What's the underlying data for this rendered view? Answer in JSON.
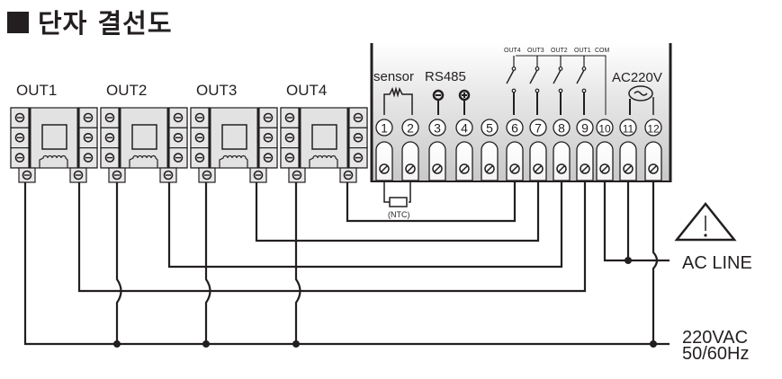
{
  "title": "단자 결선도",
  "relays": [
    {
      "label": "OUT1"
    },
    {
      "label": "OUT2"
    },
    {
      "label": "OUT3"
    },
    {
      "label": "OUT4"
    }
  ],
  "controller": {
    "sensor_label": "sensor",
    "rs485_label": "RS485",
    "rs485_minus": "−",
    "rs485_plus": "+",
    "relay_labels": [
      "OUT4",
      "OUT3",
      "OUT2",
      "OUT1",
      "COM"
    ],
    "power_label": "AC220V",
    "ac_symbol": "~",
    "terminals": [
      "1",
      "2",
      "3",
      "4",
      "5",
      "6",
      "7",
      "8",
      "9",
      "10",
      "11",
      "12"
    ],
    "ntc_label": "(NTC)"
  },
  "ac_line_label": "AC LINE",
  "supply_label_1": "220VAC",
  "supply_label_2": "50/60Hz",
  "icons": {
    "warning": "warning-triangle-icon"
  }
}
